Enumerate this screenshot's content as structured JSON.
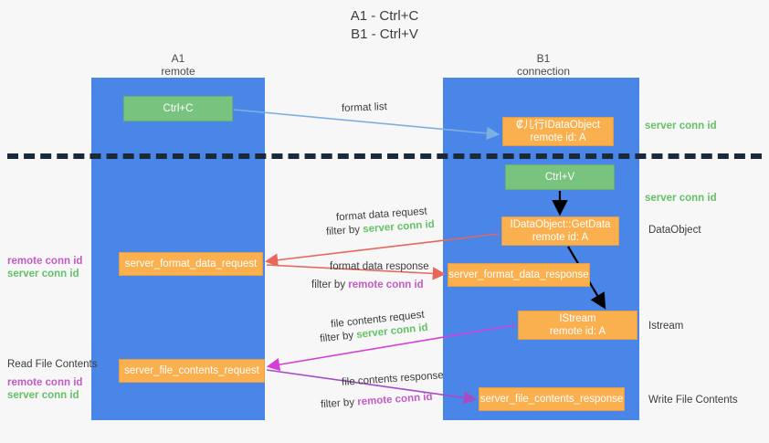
{
  "title": {
    "line1": "A1 - Ctrl+C",
    "line2": "B1 - Ctrl+V"
  },
  "colors": {
    "lane": "#4a86e8",
    "green_box": "#78c37d",
    "orange_box": "#fbb050",
    "server_conn_text": "#63c167",
    "remote_conn_text": "#c35ac6",
    "background": "#f7f7f7",
    "divider": "#1b2a3a",
    "arrow_blue": "#7cb0e0",
    "arrow_red": "#e8675c",
    "arrow_magenta": "#d63fd6",
    "arrow_purple": "#a64bc4",
    "arrow_black": "#000000"
  },
  "lanes": [
    {
      "name": "A1",
      "sub": "remote"
    },
    {
      "name": "B1",
      "sub": "connection"
    }
  ],
  "nodes": {
    "ctrl_c": {
      "l1": "Ctrl+C"
    },
    "idataobject": {
      "l1": "₡儿行IDataObject",
      "l2": "remote id: A"
    },
    "ctrl_v": {
      "l1": "Ctrl+V"
    },
    "getdata": {
      "l1": "IDataObject::GetData",
      "l2": "remote id: A"
    },
    "server_format_data_request": {
      "l1": "server_format_data_request"
    },
    "server_format_data_response": {
      "l1": "server_format_data_response"
    },
    "istream": {
      "l1": "IStream",
      "l2": "remote id: A"
    },
    "server_file_contents_request": {
      "l1": "server_file_contents_request"
    },
    "server_file_contents_response": {
      "l1": "server_file_contents_response"
    }
  },
  "labels": {
    "format_list": "format list",
    "server_conn_id": "server conn id",
    "remote_conn_id": "remote conn id",
    "format_data_request": "format data request",
    "filter_by": "filter by ",
    "format_data_response": "format data response",
    "file_contents_request": "file contents request",
    "file_contents_response": "file contents response",
    "dataobject": "DataObject",
    "istream": "Istream",
    "write_file_contents": "Write File Contents",
    "read_file_contents": "Read File Contents"
  }
}
